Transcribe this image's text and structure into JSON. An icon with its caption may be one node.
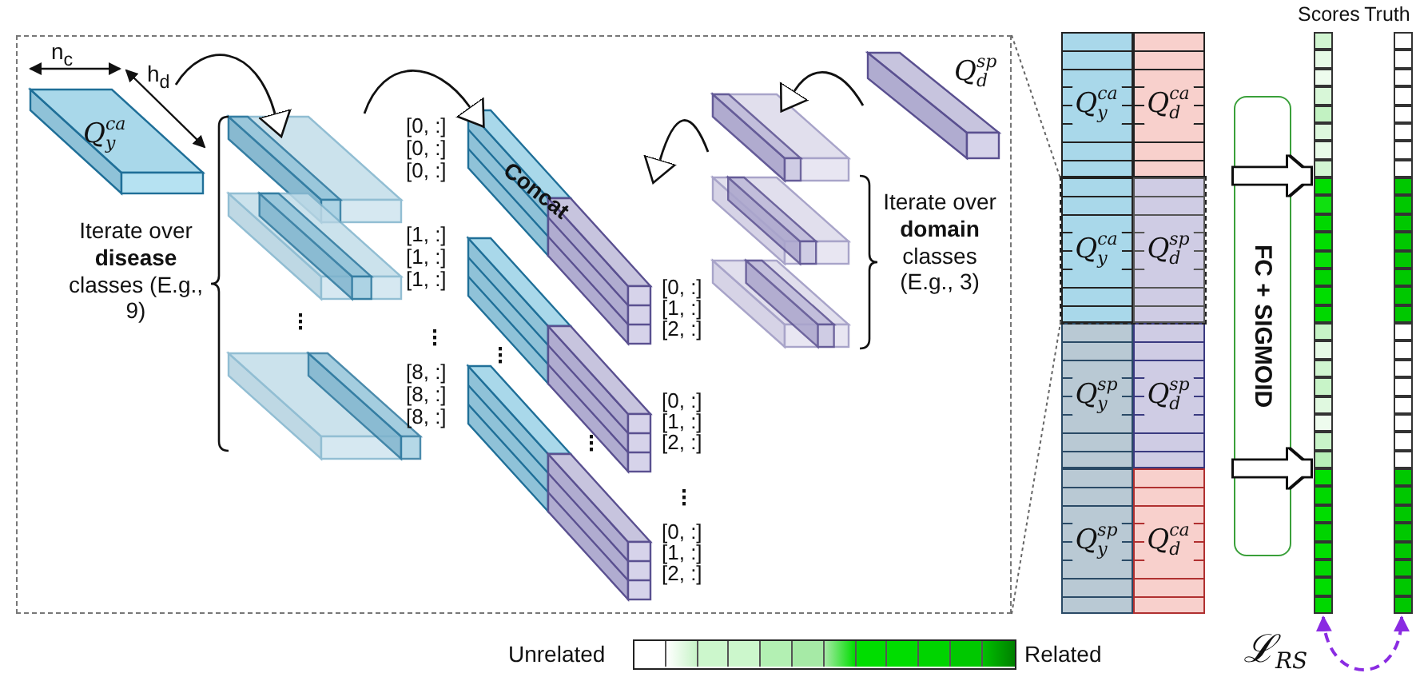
{
  "diagram": {
    "nodes": [
      {
        "text": [],
        "shape": "box"
      },
      {
        "text": [
          "Q$_{y}$$^{ca}$"
        ],
        "in": 0
      },
      {
        "text": [],
        "shape": "box",
        "in": 0
      },
      {
        "text": [],
        "shape": "box",
        "in": 0
      },
      {
        "text": [],
        "shape": "box",
        "in": 0
      },
      {
        "text": [
          "Q$_{d}$$^{sp}$"
        ],
        "in": 0
      },
      {
        "text": [],
        "shape": "box"
      },
      {
        "text": [
          "Q$_{y}$$^{ca}$",
          "Q$_{d}$$^{ca}$"
        ],
        "in": 6
      },
      {
        "text": [
          "Q$_{y}$$^{ca}$",
          "Q$_{d}$$^{sp}$"
        ],
        "in": 6
      },
      {
        "text": [
          "Q$_{y}$$^{sp}$",
          "Q$_{d}$$^{sp}$"
        ],
        "in": 6
      },
      {
        "text": [
          "Q$_{y}$$^{sp}$",
          "Q$_{d}$$^{ca}$"
        ],
        "in": 6
      },
      {
        "text": [
          "FC + SIGMOID"
        ]
      },
      {
        "text": [
          "Scores"
        ]
      },
      {
        "text": [
          "Truth"
        ]
      }
    ],
    "edges": [
      {
        "from": 1,
        "to": 2,
        "arrow": "to"
      },
      {
        "from": 2,
        "to": 3,
        "arrow": "to"
      },
      {
        "from": 5,
        "to": 4,
        "arrow": "to"
      },
      {
        "from": 4,
        "to": 3,
        "arrow": "to"
      },
      {
        "from": 11,
        "to": 12,
        "arrow": "to",
        "style": "thick",
        "color": "#ffffff"
      },
      {
        "from": 11,
        "to": 12,
        "arrow": "to",
        "style": "thick",
        "color": "#ffffff"
      },
      {
        "from": 12,
        "to": 13,
        "arrow": "both",
        "label": "ℒ$_{RS}$",
        "style": "dashed",
        "color": "#8a2be2"
      },
      {
        "from": 0,
        "to": 8,
        "arrow": "none",
        "style": "dashed",
        "color": "#666666"
      },
      {
        "from": 0,
        "to": 8,
        "arrow": "none",
        "style": "dashed",
        "color": "#666666"
      }
    ],
    "labels": [
      "n$_{c}$",
      "h$_{d}$",
      "Iterate over **disease** classes (E.g., 9)",
      "[0, :]",
      "[0, :]",
      "[0, :]",
      "[1, :]",
      "[1, :]",
      "[1, :]",
      "[8, :]",
      "[8, :]",
      "[8, :]",
      "Concat",
      "[0, :]",
      "[1, :]",
      "[2, :]",
      "[0, :]",
      "[1, :]",
      "[2, :]",
      "[0, :]",
      "[1, :]",
      "[2, :]",
      "Iterate over **domain** classes (E.g., 3)"
    ],
    "legend": [
      {
        "text": "Unrelated",
        "color": "#ffffff"
      },
      {
        "text": "Related",
        "color": "#008000"
      }
    ]
  }
}
